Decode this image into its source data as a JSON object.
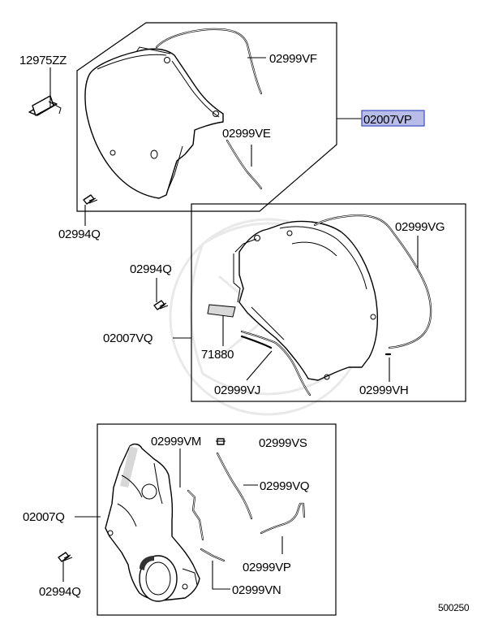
{
  "labels": {
    "p12975ZZ": "12975ZZ",
    "p02999VF": "02999VF",
    "p02007VP": "02007VP",
    "p02999VE": "02999VE",
    "p02994Q_a": "02994Q",
    "p02999VG": "02999VG",
    "p02994Q_b": "02994Q",
    "p02007VQ": "02007VQ",
    "p71880": "71880",
    "p02999VJ": "02999VJ",
    "p02999VH": "02999VH",
    "p02999VM": "02999VM",
    "p02999VS": "02999VS",
    "p02999VQ": "02999VQ",
    "p02007Q": "02007Q",
    "p02999VP": "02999VP",
    "p02994Q_c": "02994Q",
    "p02999VN": "02999VN",
    "diagram_number": "500250"
  },
  "highlight_color": "#b7bde8",
  "highlighted_part": "02007VP"
}
